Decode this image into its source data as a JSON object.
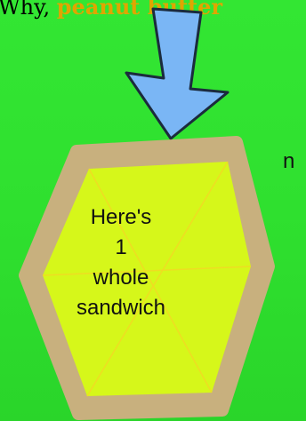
{
  "headline": {
    "prefix": "Why, ",
    "emphasis": "peanut butter"
  },
  "side_text": "n",
  "sandwich": {
    "label_lines": [
      "Here's",
      "1",
      "whole",
      "sandwich"
    ]
  },
  "colors": {
    "background": "#2fe02f",
    "arrow": "#7ab6f5",
    "crust": "#c8b07e",
    "filling": "#d6f71a",
    "emphasis": "#e0a500"
  }
}
